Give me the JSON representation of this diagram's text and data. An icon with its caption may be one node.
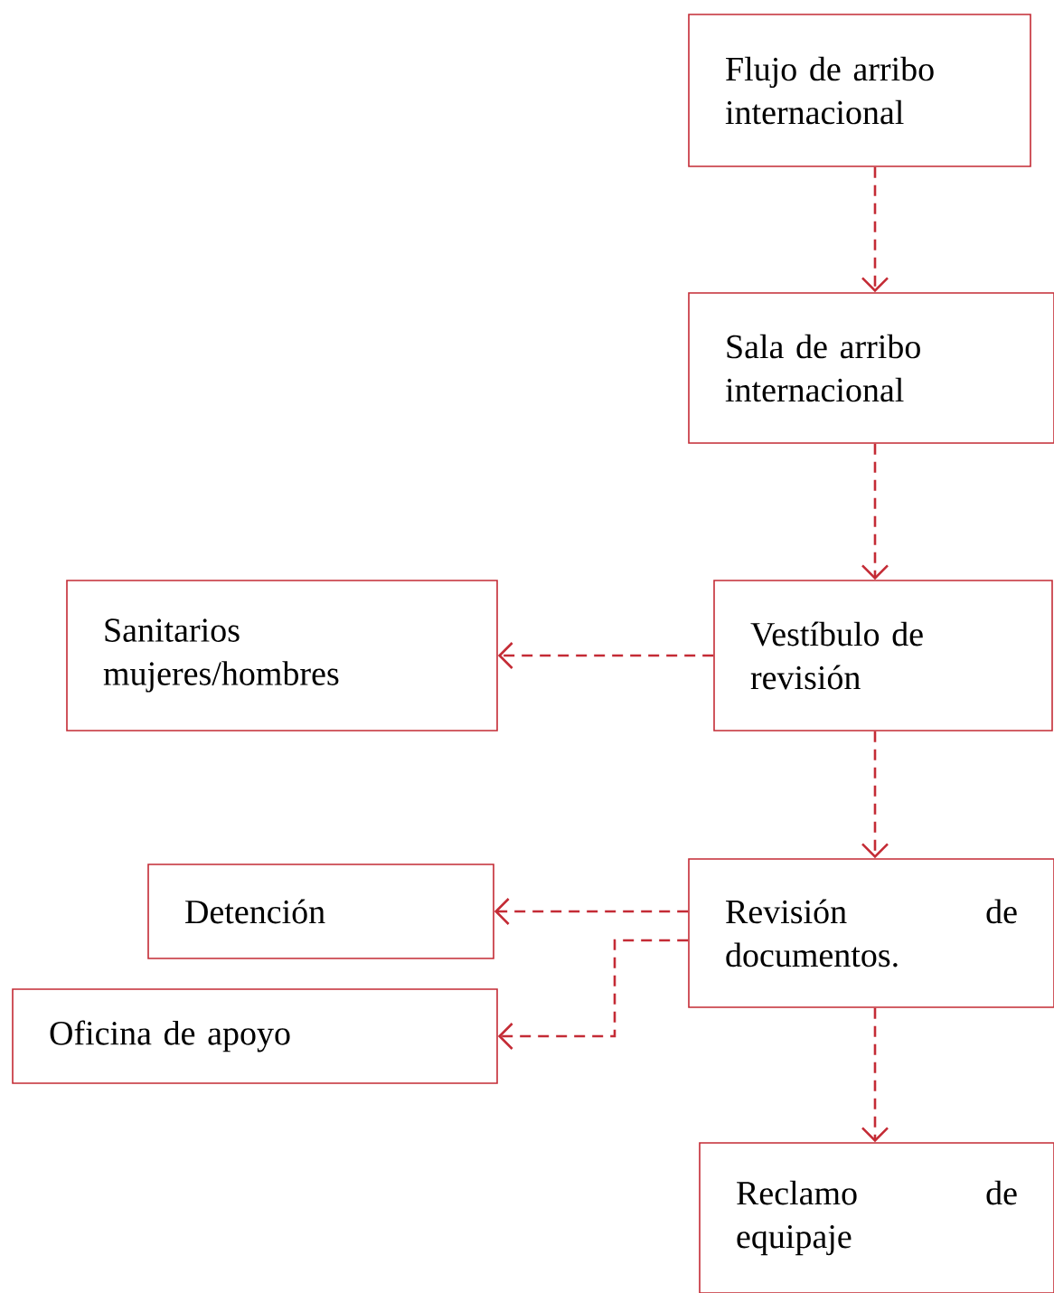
{
  "diagram": {
    "nodes": [
      {
        "text": [
          "Flujo de arribo internacional"
        ]
      },
      {
        "text": [
          "Sala de arribo internacional"
        ]
      },
      {
        "text": [
          "Vestíbulo de revisión"
        ]
      },
      {
        "text": [
          "Sanitarios mujeres/hombres"
        ]
      },
      {
        "text": [
          "Revisión de documentos."
        ]
      },
      {
        "text": [
          "Detención"
        ]
      },
      {
        "text": [
          "Oficina de apoyo"
        ]
      },
      {
        "text": [
          "Reclamo de equipaje"
        ]
      }
    ],
    "edges": [
      {
        "from": 0,
        "to": 1,
        "arrow": "to",
        "style": "dashed"
      },
      {
        "from": 1,
        "to": 2,
        "arrow": "to",
        "style": "dashed"
      },
      {
        "from": 2,
        "to": 3,
        "arrow": "to",
        "style": "dashed"
      },
      {
        "from": 2,
        "to": 4,
        "arrow": "to",
        "style": "dashed"
      },
      {
        "from": 4,
        "to": 5,
        "arrow": "to",
        "style": "dashed"
      },
      {
        "from": 4,
        "to": 6,
        "arrow": "to",
        "style": "dashed"
      },
      {
        "from": 4,
        "to": 7,
        "arrow": "to",
        "style": "dashed"
      }
    ]
  }
}
